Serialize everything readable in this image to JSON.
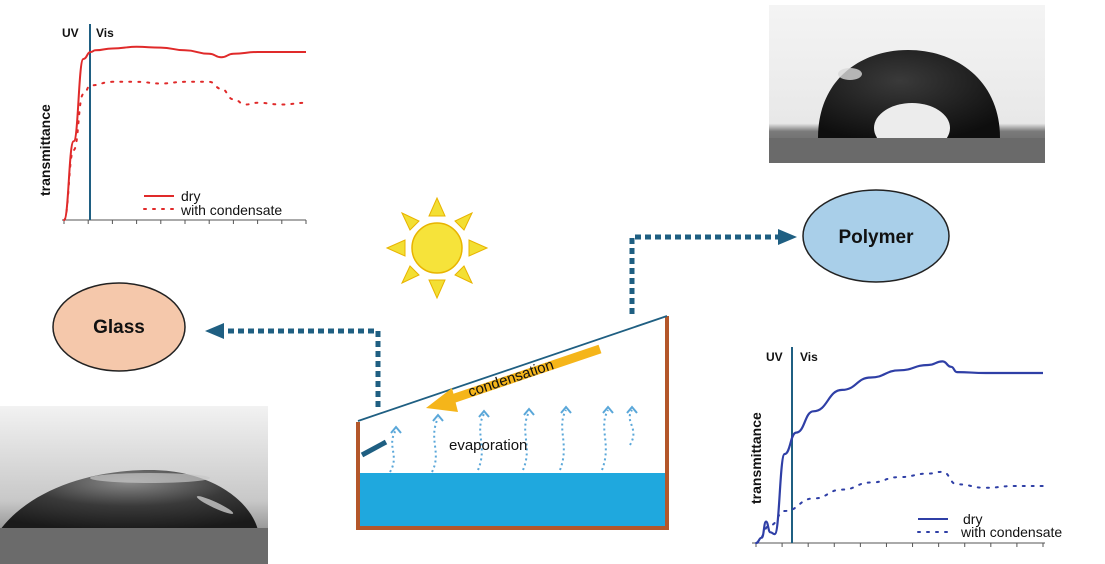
{
  "labels": {
    "glass": "Glass",
    "polymer": "Polymer",
    "condensation": "condensation",
    "evaporation": "evaporation"
  },
  "charts": [
    {
      "id": "glass",
      "uv_label": "UV",
      "vis_label": "Vis",
      "ylabel": "transmittance",
      "legend": [
        "dry",
        "with condensate"
      ],
      "line_color": "#e02a2a",
      "chart_data": {
        "type": "line",
        "x_range": [
          0,
          1
        ],
        "y_range": [
          0,
          1
        ],
        "series": [
          {
            "name": "dry",
            "style": "solid",
            "x": [
              0.0,
              0.04,
              0.08,
              0.11,
              0.13,
              0.2,
              0.3,
              0.4,
              0.5,
              0.6,
              0.65,
              0.7,
              0.8,
              0.9,
              1.0
            ],
            "y": [
              0.0,
              0.45,
              0.92,
              0.96,
              0.97,
              0.98,
              0.99,
              0.985,
              0.97,
              0.95,
              0.93,
              0.95,
              0.96,
              0.96,
              0.96
            ]
          },
          {
            "name": "with condensate",
            "style": "dotted",
            "x": [
              0.0,
              0.04,
              0.08,
              0.11,
              0.2,
              0.3,
              0.4,
              0.5,
              0.6,
              0.65,
              0.7,
              0.75,
              0.8,
              0.9,
              1.0
            ],
            "y": [
              0.0,
              0.4,
              0.72,
              0.77,
              0.79,
              0.79,
              0.78,
              0.79,
              0.79,
              0.75,
              0.69,
              0.66,
              0.67,
              0.66,
              0.67
            ]
          }
        ],
        "vline_x": 0.12
      }
    },
    {
      "id": "polymer",
      "uv_label": "UV",
      "vis_label": "Vis",
      "ylabel": "transmittance",
      "legend": [
        "dry",
        "with condensate"
      ],
      "line_color": "#2f3fa6",
      "chart_data": {
        "type": "line",
        "x_range": [
          0,
          1
        ],
        "y_range": [
          0,
          1
        ],
        "series": [
          {
            "name": "dry",
            "style": "solid",
            "x": [
              0.0,
              0.02,
              0.035,
              0.05,
              0.065,
              0.1,
              0.14,
              0.2,
              0.3,
              0.4,
              0.5,
              0.6,
              0.65,
              0.68,
              0.7,
              0.8,
              0.9,
              1.0
            ],
            "y": [
              0.0,
              0.03,
              0.12,
              0.06,
              0.05,
              0.5,
              0.62,
              0.74,
              0.86,
              0.93,
              0.97,
              1.0,
              1.02,
              0.99,
              0.96,
              0.955,
              0.955,
              0.955
            ]
          },
          {
            "name": "with condensate",
            "style": "dotted",
            "x": [
              0.0,
              0.05,
              0.1,
              0.2,
              0.3,
              0.4,
              0.5,
              0.6,
              0.65,
              0.7,
              0.8,
              0.9,
              1.0
            ],
            "y": [
              0.0,
              0.1,
              0.18,
              0.25,
              0.3,
              0.34,
              0.37,
              0.39,
              0.4,
              0.33,
              0.31,
              0.32,
              0.32
            ]
          }
        ],
        "vline_x": 0.13
      }
    }
  ]
}
